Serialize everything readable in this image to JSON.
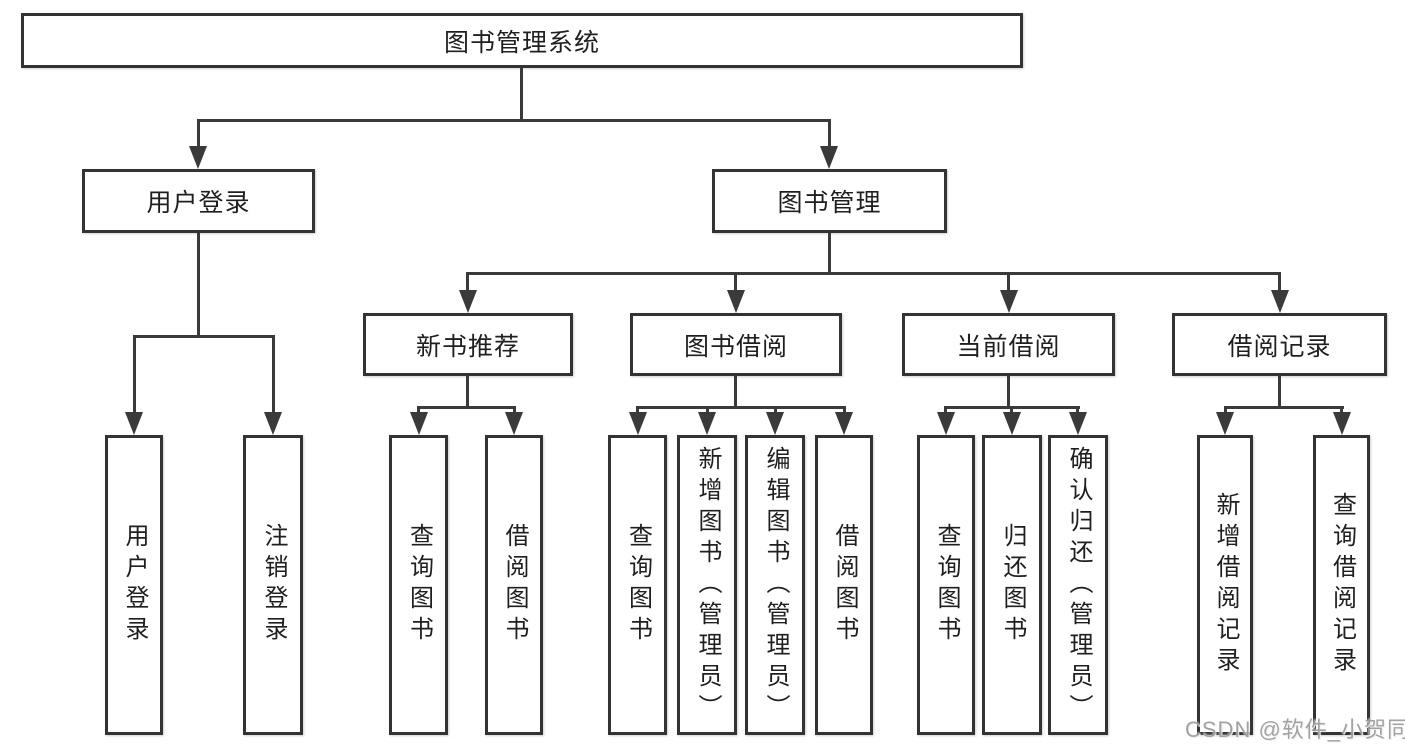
{
  "diagram": {
    "title": "图书管理系统",
    "level2": {
      "user_login": "用户登录",
      "book_mgmt": "图书管理"
    },
    "level3": {
      "new_book_rec": "新书推荐",
      "book_borrow": "图书借阅",
      "current_borrow": "当前借阅",
      "borrow_record": "借阅记录"
    },
    "leaves": {
      "user_login_1": "用户登录",
      "user_login_2": "注销登录",
      "new_book_rec_1": "查询图书",
      "new_book_rec_2": "借阅图书",
      "book_borrow_1": "查询图书",
      "book_borrow_2": "新增图书（管理员）",
      "book_borrow_3": "编辑图书（管理员）",
      "book_borrow_4": "借阅图书",
      "current_borrow_1": "查询图书",
      "current_borrow_2": "归还图书",
      "current_borrow_3": "确认归还（管理员）",
      "borrow_record_1": "新增借阅记录",
      "borrow_record_2": "查询借阅记录"
    }
  },
  "watermark": "CSDN @软件_小贺同学",
  "colors": {
    "line": "#3a3a3a",
    "box_border": "#333333",
    "box_fill": "#ffffff",
    "text": "#1f1f1f",
    "watermark": "#9e9e9e",
    "background": "#ffffff"
  }
}
